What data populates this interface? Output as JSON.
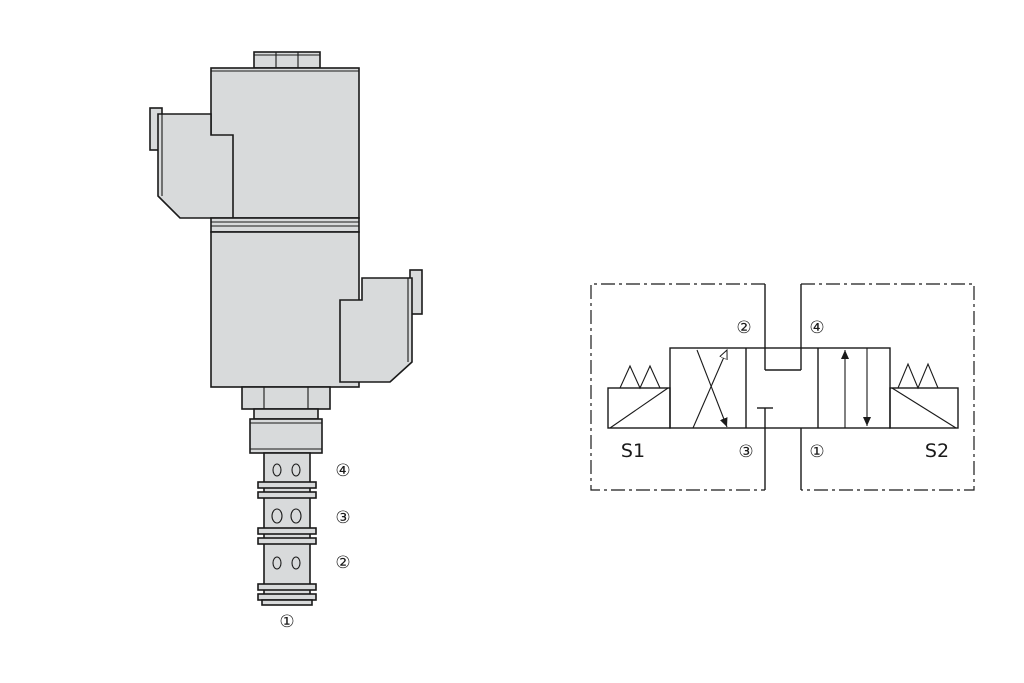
{
  "component_ports": {
    "port_4": "④",
    "port_3": "③",
    "port_2": "②",
    "port_1": "①"
  },
  "schematic": {
    "port_2": "②",
    "port_4": "④",
    "port_3": "③",
    "port_1": "①",
    "solenoid_left": "S1",
    "solenoid_right": "S2"
  }
}
